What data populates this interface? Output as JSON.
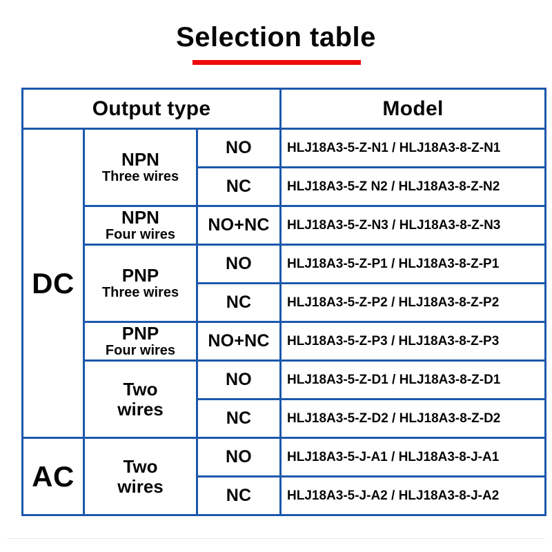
{
  "page": {
    "title": "Selection table"
  },
  "colors": {
    "accent_red": "#ee0a0a",
    "border_blue": "#1b58ab",
    "text": "#060606"
  },
  "table": {
    "header": {
      "output_type": "Output type",
      "model": "Model"
    },
    "sections": [
      {
        "power": "DC",
        "groups": [
          {
            "type": "NPN",
            "wires": "Three wires",
            "rows": [
              {
                "output": "NO",
                "model": "HLJ18A3-5-Z-N1 / HLJ18A3-8-Z-N1"
              },
              {
                "output": "NC",
                "model": "HLJ18A3-5-Z N2 / HLJ18A3-8-Z-N2"
              }
            ]
          },
          {
            "type": "NPN",
            "wires": "Four wires",
            "rows": [
              {
                "output": "NO+NC",
                "model": "HLJ18A3-5-Z-N3 / HLJ18A3-8-Z-N3"
              }
            ]
          },
          {
            "type": "PNP",
            "wires": "Three wires",
            "rows": [
              {
                "output": "NO",
                "model": "HLJ18A3-5-Z-P1 / HLJ18A3-8-Z-P1"
              },
              {
                "output": "NC",
                "model": "HLJ18A3-5-Z-P2 / HLJ18A3-8-Z-P2"
              }
            ]
          },
          {
            "type": "PNP",
            "wires": "Four wires",
            "rows": [
              {
                "output": "NO+NC",
                "model": "HLJ18A3-5-Z-P3 / HLJ18A3-8-Z-P3"
              }
            ]
          },
          {
            "type": "Two",
            "wires": "wires",
            "rows": [
              {
                "output": "NO",
                "model": "HLJ18A3-5-Z-D1 / HLJ18A3-8-Z-D1"
              },
              {
                "output": "NC",
                "model": "HLJ18A3-5-Z-D2 / HLJ18A3-8-Z-D2"
              }
            ]
          }
        ]
      },
      {
        "power": "AC",
        "groups": [
          {
            "type": "Two",
            "wires": "wires",
            "rows": [
              {
                "output": "NO",
                "model": "HLJ18A3-5-J-A1 / HLJ18A3-8-J-A1"
              },
              {
                "output": "NC",
                "model": "HLJ18A3-5-J-A2 / HLJ18A3-8-J-A2"
              }
            ]
          }
        ]
      }
    ]
  }
}
